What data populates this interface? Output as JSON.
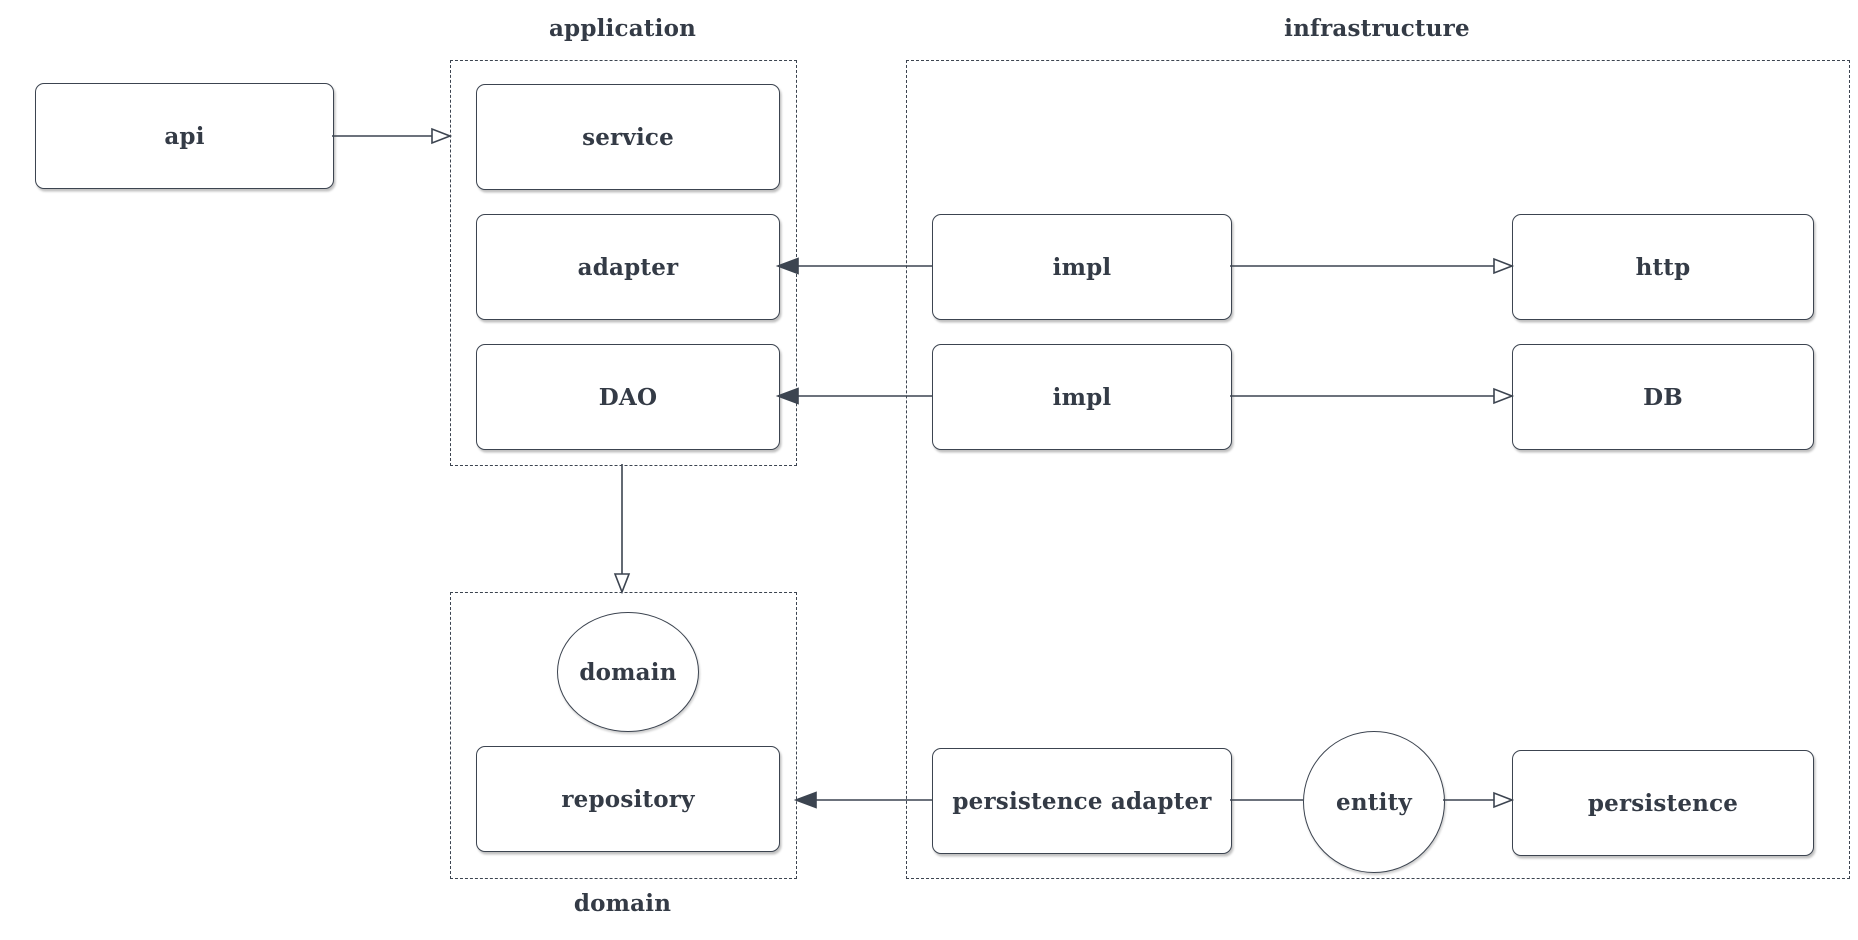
{
  "groups": {
    "application": {
      "label": "application"
    },
    "infrastructure": {
      "label": "infrastructure"
    },
    "domain": {
      "label": "domain"
    }
  },
  "nodes": {
    "api": {
      "label": "api",
      "shape": "rounded-rect"
    },
    "service": {
      "label": "service",
      "shape": "rounded-rect"
    },
    "adapter": {
      "label": "adapter",
      "shape": "rounded-rect"
    },
    "dao": {
      "label": "DAO",
      "shape": "rounded-rect"
    },
    "impl_http": {
      "label": "impl",
      "shape": "rounded-rect"
    },
    "http": {
      "label": "http",
      "shape": "rounded-rect"
    },
    "impl_db": {
      "label": "impl",
      "shape": "rounded-rect"
    },
    "db": {
      "label": "DB",
      "shape": "rounded-rect"
    },
    "domain_object": {
      "label": "domain",
      "shape": "ellipse"
    },
    "repository": {
      "label": "repository",
      "shape": "rounded-rect"
    },
    "persistence_adapter": {
      "label": "persistence adapter",
      "shape": "rounded-rect"
    },
    "entity": {
      "label": "entity",
      "shape": "ellipse"
    },
    "persistence": {
      "label": "persistence",
      "shape": "rounded-rect"
    }
  },
  "edges": [
    {
      "from": "api",
      "to": "application (service)",
      "head": "open-triangle"
    },
    {
      "from": "impl_http",
      "to": "adapter",
      "head": "solid-triangle"
    },
    {
      "from": "impl_http",
      "to": "http",
      "head": "open-triangle"
    },
    {
      "from": "impl_db",
      "to": "dao",
      "head": "solid-triangle"
    },
    {
      "from": "impl_db",
      "to": "db",
      "head": "open-triangle"
    },
    {
      "from": "application",
      "to": "domain",
      "head": "open-triangle"
    },
    {
      "from": "persistence_adapter",
      "to": "repository",
      "head": "solid-triangle"
    },
    {
      "from": "persistence_adapter",
      "to": "entity",
      "head": "none"
    },
    {
      "from": "entity",
      "to": "persistence",
      "head": "open-triangle"
    }
  ],
  "colors": {
    "stroke": "#3c4450",
    "text": "#343b46",
    "background": "#ffffff"
  }
}
